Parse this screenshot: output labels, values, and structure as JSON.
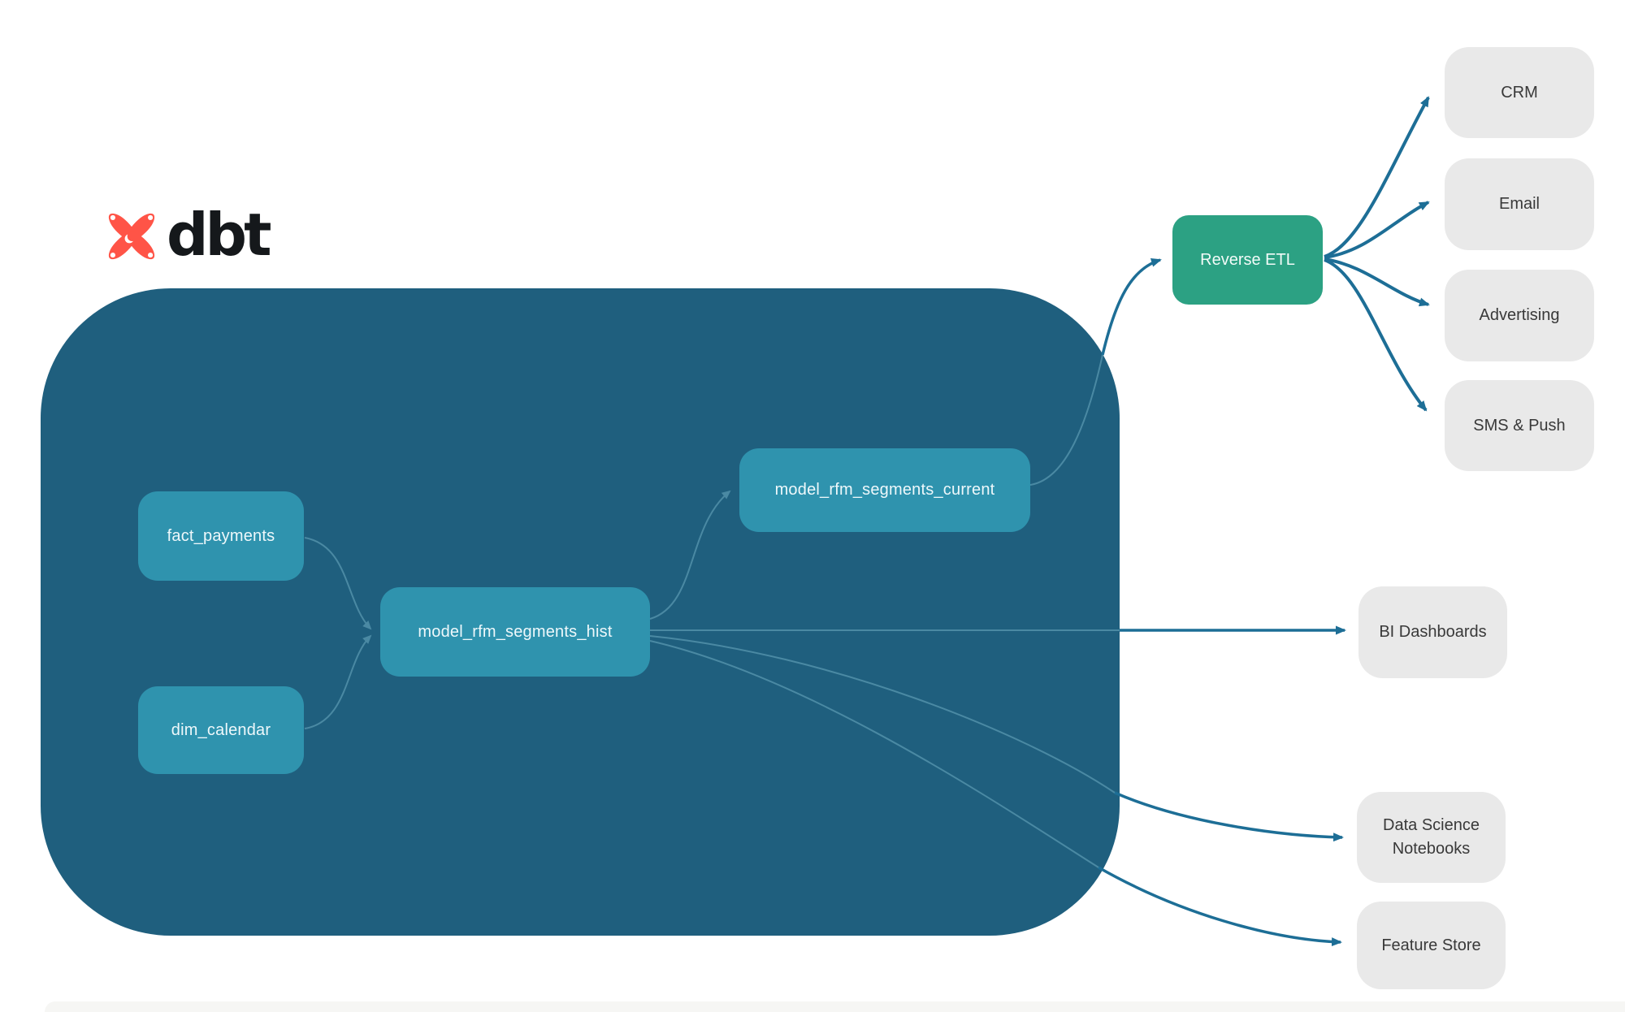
{
  "logo": {
    "brand": "dbt",
    "icon": "dbt-star-icon"
  },
  "colors": {
    "container": "#1f5f7e",
    "model_node": "#2f93ae",
    "etl_node": "#2ca183",
    "destination_node": "#e9e9e9",
    "edge_outside_container": "#1d6e96",
    "edge_inside_container": "#4a89a3",
    "logo_orange": "#ff5447"
  },
  "nodes": {
    "fact_payments": {
      "label": "fact_payments"
    },
    "dim_calendar": {
      "label": "dim_calendar"
    },
    "hist": {
      "label": "model_rfm_segments_hist"
    },
    "current": {
      "label": "model_rfm_segments_current"
    },
    "reverse_etl": {
      "label": "Reverse ETL"
    },
    "crm": {
      "label": "CRM"
    },
    "email": {
      "label": "Email"
    },
    "advertising": {
      "label": "Advertising"
    },
    "sms_push": {
      "label": "SMS & Push"
    },
    "bi_dashboards": {
      "label": "BI Dashboards"
    },
    "ds_notebooks": {
      "label": "Data Science Notebooks"
    },
    "feature_store": {
      "label": "Feature Store"
    }
  },
  "edges": [
    {
      "from": "fact_payments",
      "to": "model_rfm_segments_hist"
    },
    {
      "from": "dim_calendar",
      "to": "model_rfm_segments_hist"
    },
    {
      "from": "model_rfm_segments_hist",
      "to": "model_rfm_segments_current"
    },
    {
      "from": "model_rfm_segments_current",
      "to": "Reverse ETL"
    },
    {
      "from": "model_rfm_segments_hist",
      "to": "BI Dashboards"
    },
    {
      "from": "model_rfm_segments_hist",
      "to": "Data Science Notebooks"
    },
    {
      "from": "model_rfm_segments_hist",
      "to": "Feature Store"
    },
    {
      "from": "Reverse ETL",
      "to": "CRM"
    },
    {
      "from": "Reverse ETL",
      "to": "Email"
    },
    {
      "from": "Reverse ETL",
      "to": "Advertising"
    },
    {
      "from": "Reverse ETL",
      "to": "SMS & Push"
    }
  ]
}
